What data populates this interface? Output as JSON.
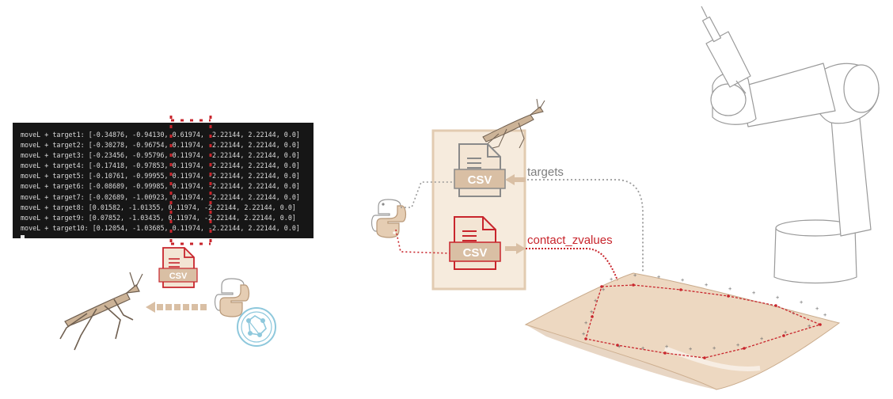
{
  "terminal": {
    "lines": [
      "moveL + target1: [-0.34876, -0.94130, 0.61974, -2.22144, 2.22144, 0.0]",
      "moveL + target2: [-0.30278, -0.96754, 0.11974, -2.22144, 2.22144, 0.0]",
      "moveL + target3: [-0.23456, -0.95796, 0.11974, -2.22144, 2.22144, 0.0]",
      "moveL + target4: [-0.17418, -0.97853, 0.11974, -2.22144, 2.22144, 0.0]",
      "moveL + target5: [-0.10761, -0.99955, 0.11974, -2.22144, 2.22144, 0.0]",
      "moveL + target6: [-0.08689, -0.99985, 0.11974, -2.22144, 2.22144, 0.0]",
      "moveL + target7: [-0.02689, -1.00923, 0.11974, -2.22144, 2.22144, 0.0]",
      "moveL + target8: [0.01582, -1.01355, 0.11974, -2.22144, 2.22144, 0.0]",
      "moveL + target9: [0.07852, -1.03435, 0.11974, -2.22144, 2.22144, 0.0]",
      "moveL + target10: [0.12054, -1.03685, 0.11974, -2.22144, 2.22144, 0.0]"
    ]
  },
  "labels": {
    "targets": "targets",
    "contact_zvalues": "contact_zvalues",
    "csv": "CSV"
  },
  "colors": {
    "terminal_bg": "#161616",
    "red": "#c8252c",
    "tan": "#d9bfa4",
    "tan_light": "#f3e5d4",
    "grey_outline": "#8a8a8a",
    "blue": "#8ec8dc",
    "robot": "#ffffff"
  },
  "icons": [
    "grasshopper-icon",
    "python-icon",
    "csv-file-icon",
    "robot-arm-icon",
    "surface-mesh-icon",
    "circuit-node-icon"
  ]
}
